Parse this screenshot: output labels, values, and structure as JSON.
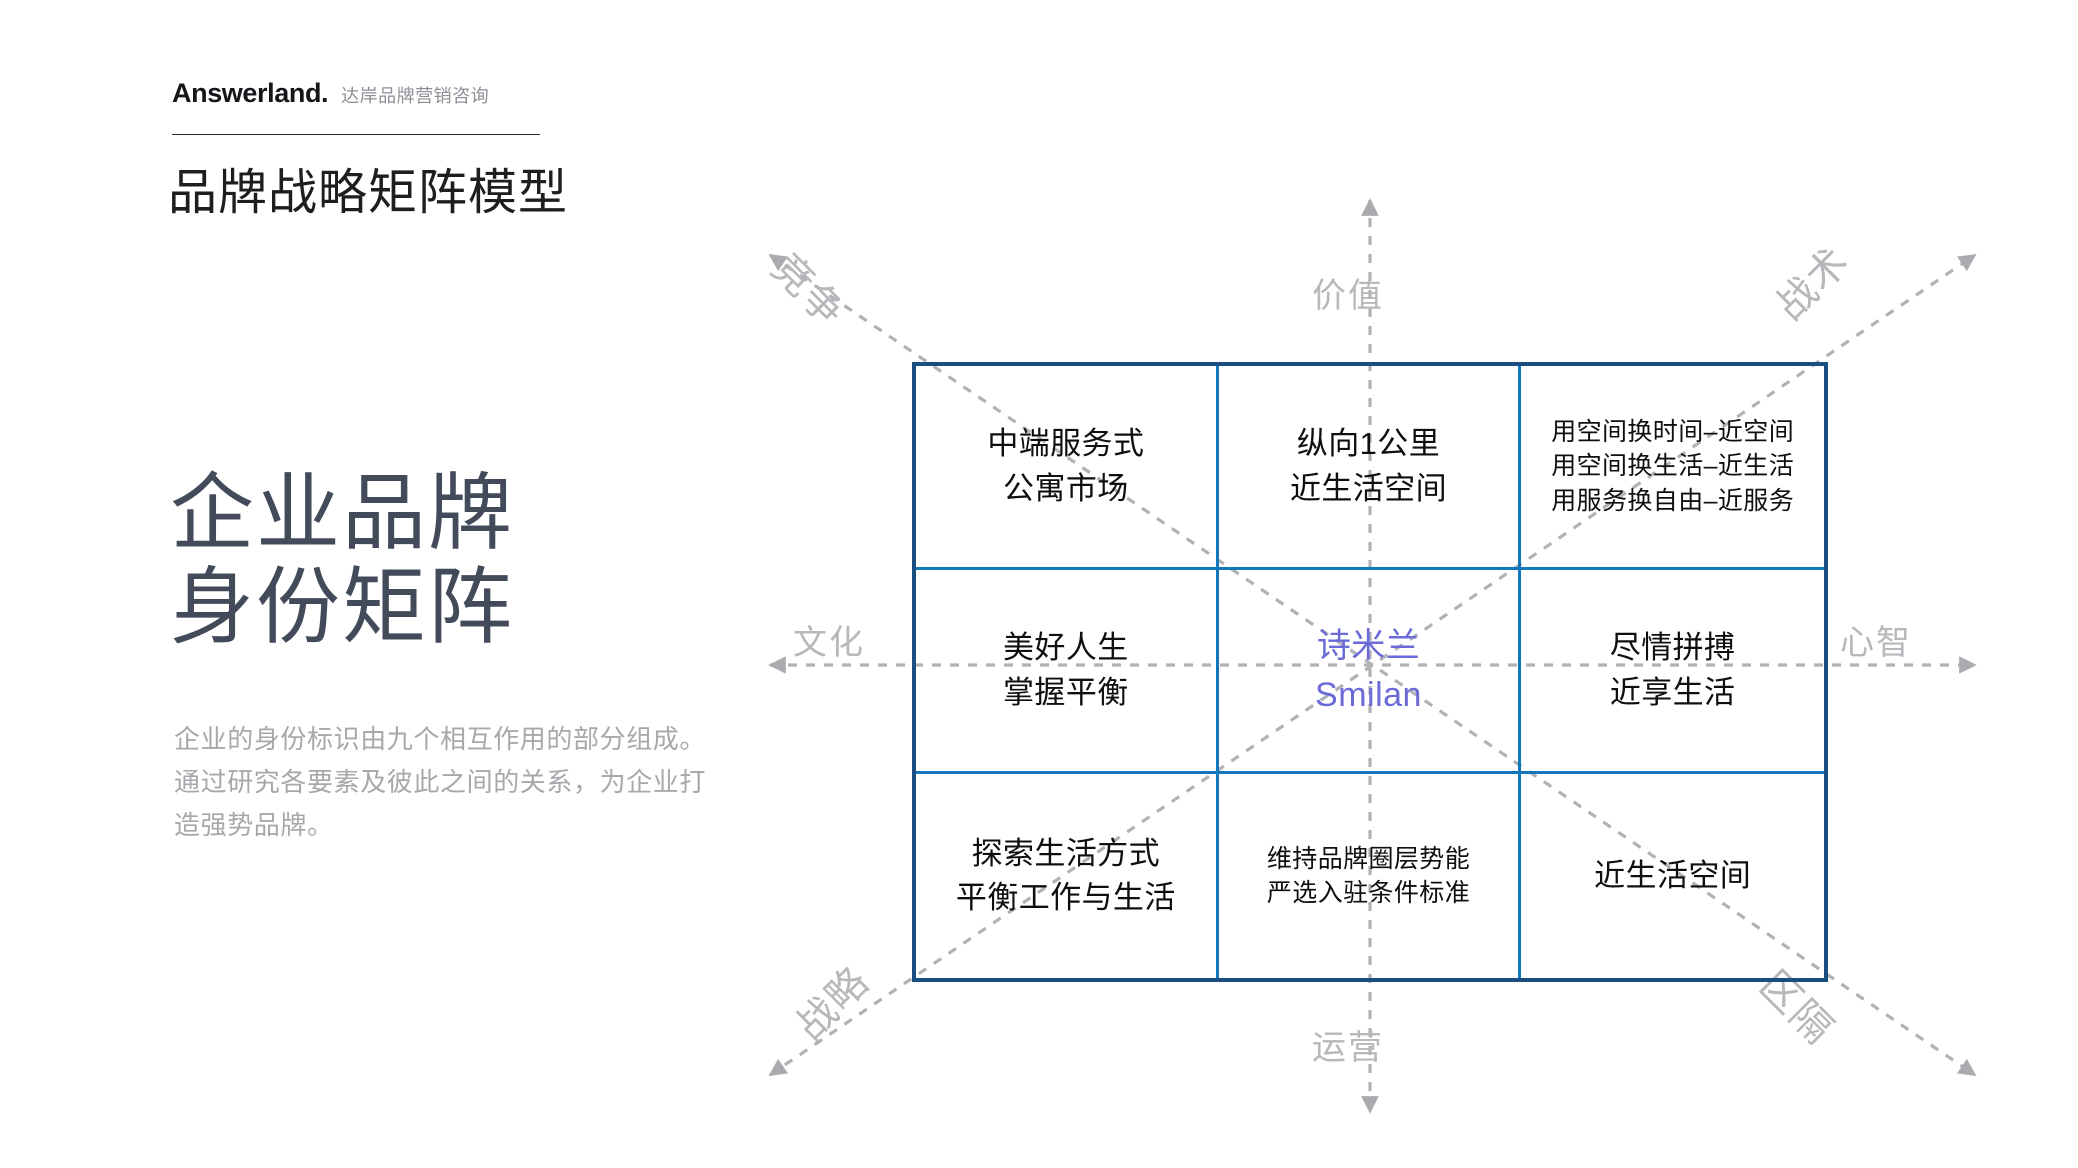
{
  "brand": {
    "logo": "Answerland.",
    "subtitle": "达岸品牌营销咨询"
  },
  "model_title": "品牌战略矩阵模型",
  "headline": {
    "line1": "企业品牌",
    "line2": "身份矩阵"
  },
  "description": "企业的身份标识由九个相互作用的部分组成。通过研究各要素及彼此之间的关系，为企业打造强势品牌。",
  "diagram": {
    "axis_labels": {
      "top": "价值",
      "bottom": "运营",
      "left": "文化",
      "right": "心智",
      "top_left": "竞争",
      "top_right": "战术",
      "bottom_left": "战略",
      "bottom_right": "区隔"
    },
    "colors": {
      "outer_border": "#1a4d80",
      "inner_line": "#1277bb",
      "center_text": "#6a6ad8",
      "axis_text": "#b6b8bb",
      "headline_text": "#434b5a"
    },
    "cells": [
      {
        "id": "top-left",
        "lines": [
          "中端服务式",
          "公寓市场"
        ]
      },
      {
        "id": "top-center",
        "lines": [
          "纵向1公里",
          "近生活空间"
        ]
      },
      {
        "id": "top-right",
        "lines": [
          "用空间换时间–近空间",
          "用空间换生活–近生活",
          "用服务换自由–近服务"
        ]
      },
      {
        "id": "middle-left",
        "lines": [
          "美好人生",
          "掌握平衡"
        ]
      },
      {
        "id": "center",
        "lines": [
          "诗米兰",
          "Smilan"
        ]
      },
      {
        "id": "middle-right",
        "lines": [
          "尽情拼搏",
          "近享生活"
        ]
      },
      {
        "id": "bottom-left",
        "lines": [
          "探索生活方式",
          "平衡工作与生活"
        ]
      },
      {
        "id": "bottom-center",
        "lines": [
          "维持品牌圈层势能",
          "严选入驻条件标准"
        ]
      },
      {
        "id": "bottom-right",
        "lines": [
          "近生活空间"
        ]
      }
    ]
  }
}
